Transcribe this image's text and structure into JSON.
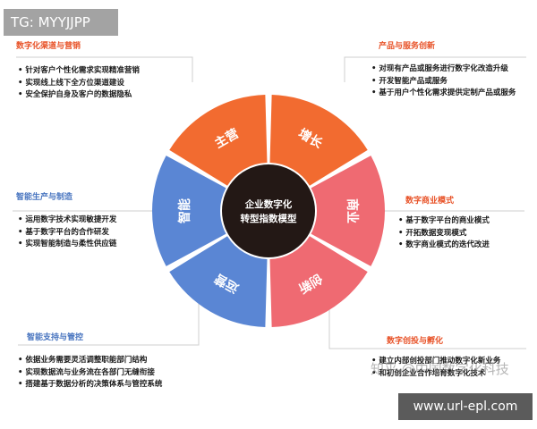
{
  "tag": "TG: MYYJJPP",
  "url": "www.url-epl.com",
  "overlay": "知乎 @中国数字化科技",
  "colors": {
    "orange": "#f26b30",
    "pink": "#ef6a72",
    "blue": "#5a86d4",
    "center": "#231815",
    "orange_title": "#e8542a",
    "blue_title": "#4a76c0"
  },
  "center": {
    "line1": "企业数字化",
    "line2": "转型指数模型"
  },
  "segments": [
    "增长",
    "商业",
    "创新",
    "运营",
    "智能",
    "主营"
  ],
  "blocks": [
    {
      "title": "数字化渠道与营销",
      "items": [
        "针对客户个性化需求实现精准营销",
        "实现线上线下全方位渠道建设",
        "安全保护自身及客户的数据隐私"
      ]
    },
    {
      "title": "产品与服务创新",
      "items": [
        "对现有产品或服务进行数字化改造升级",
        "开发智能产品或服务",
        "基于用户个性化需求提供定制产品或服务"
      ]
    },
    {
      "title": "智能生产与制造",
      "items": [
        "运用数字技术实现敏捷开发",
        "基于数字平台的合作研发",
        "实现智能制造与柔性供应链"
      ]
    },
    {
      "title": "数字商业模式",
      "items": [
        "基于数字平台的商业模式",
        "开拓数据变现模式",
        "数字商业模式的迭代改进"
      ]
    },
    {
      "title": "智能支持与管控",
      "items": [
        "依据业务需要灵活调整职能部门结构",
        "实现数据流与业务流在各部门无缝衔接",
        "搭建基于数据分析的决策体系与管控系统"
      ]
    },
    {
      "title": "数字创投与孵化",
      "items": [
        "建立内部创投部门推动数字化新业务",
        "和初创企业合作培育数字化技术"
      ]
    }
  ]
}
